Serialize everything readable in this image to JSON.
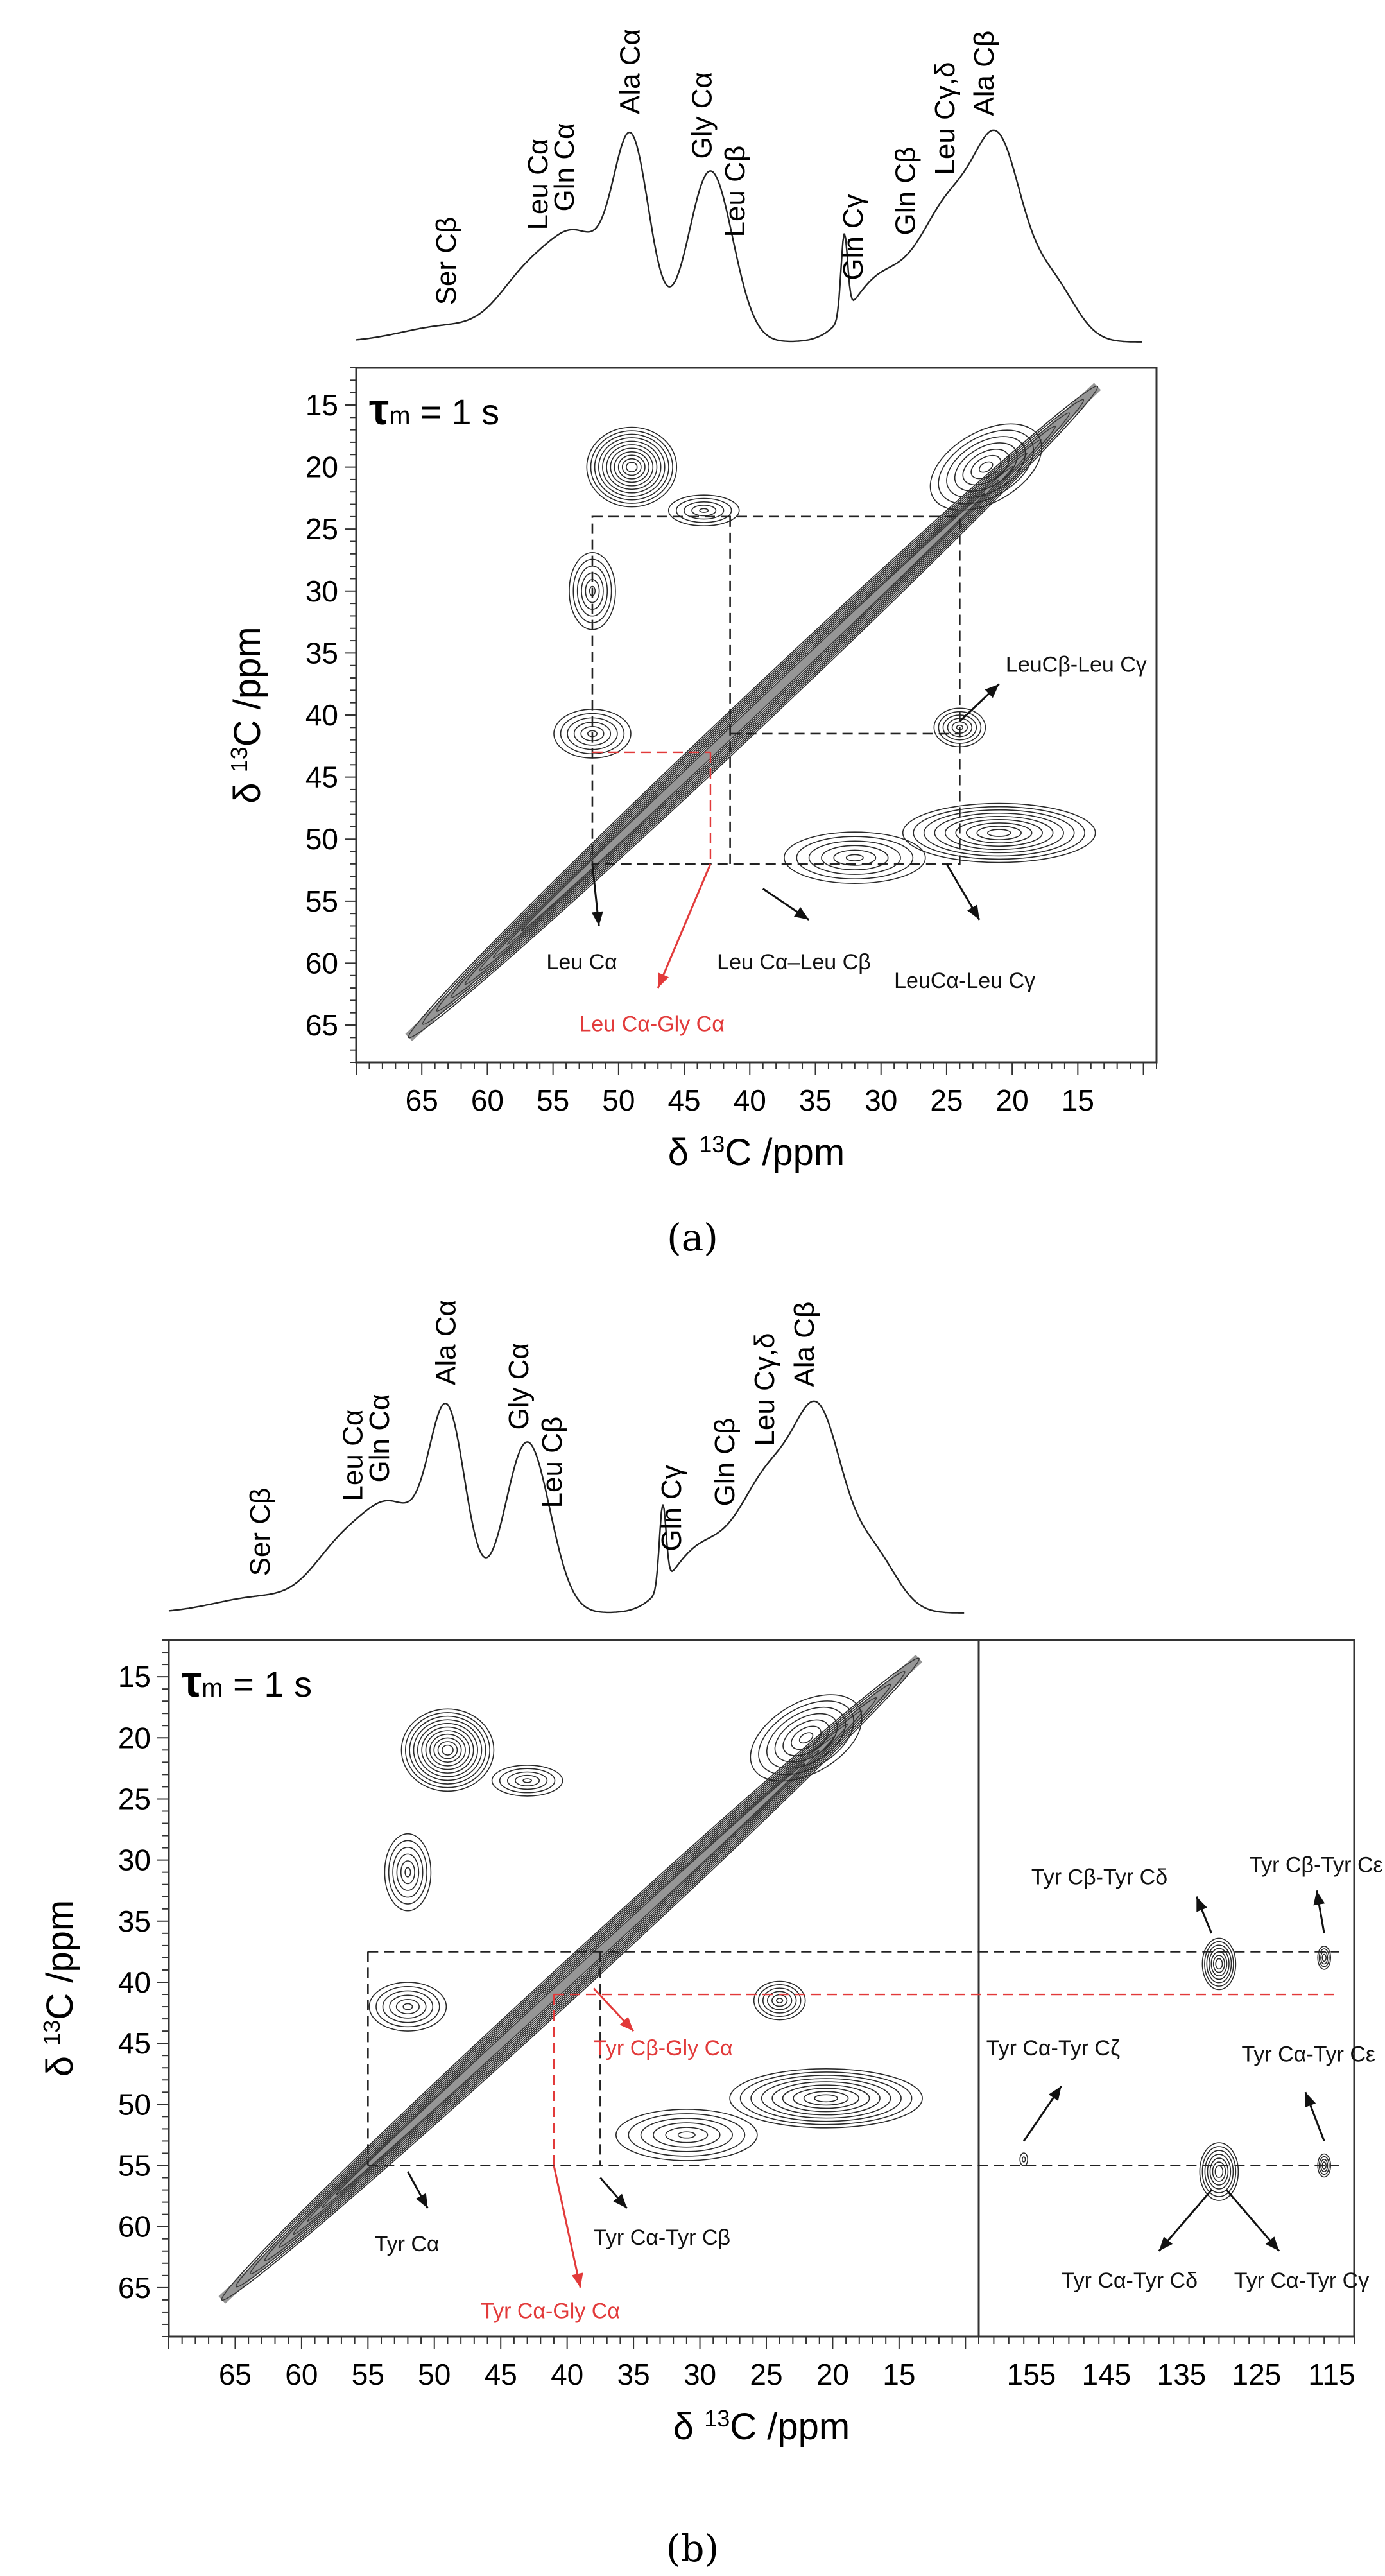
{
  "chart_data": [
    {
      "panel": "a",
      "type": "contour-2d",
      "mixing_time_label": "τm = 1 s",
      "xlabel": "δ 13C /ppm",
      "ylabel": "δ 13C /ppm",
      "x_ticks": [
        "65",
        "60",
        "55",
        "50",
        "45",
        "40",
        "35",
        "30",
        "25",
        "20",
        "15"
      ],
      "y_ticks": [
        "15",
        "20",
        "25",
        "30",
        "35",
        "40",
        "45",
        "50",
        "55",
        "60",
        "65"
      ],
      "peak_labels": [
        {
          "text": "Ser Cβ",
          "ppm": 63
        },
        {
          "text": "Leu Cα",
          "ppm": 56
        },
        {
          "text": "Gln Cα",
          "ppm": 54
        },
        {
          "text": "Ala Cα",
          "ppm": 49
        },
        {
          "text": "Gly Cα",
          "ppm": 43.5
        },
        {
          "text": "Leu Cβ",
          "ppm": 41
        },
        {
          "text": "Gln Cγ",
          "ppm": 32
        },
        {
          "text": "Gln Cβ",
          "ppm": 28
        },
        {
          "text": "Leu Cγ,δ",
          "ppm": 25
        },
        {
          "text": "Ala Cβ",
          "ppm": 22
        }
      ],
      "annotations": [
        {
          "text": "LeuCβ-Leu Cγ",
          "color": "#111111"
        },
        {
          "text": "Leu Cα",
          "color": "#111111"
        },
        {
          "text": "Leu Cα–Leu Cβ",
          "color": "#111111"
        },
        {
          "text": "LeuCα-Leu Cγ",
          "color": "#111111"
        },
        {
          "text": "Leu Cα-Gly Cα",
          "color": "#e23a3a"
        }
      ],
      "caption": "(a)"
    },
    {
      "panel": "b",
      "type": "contour-2d",
      "mixing_time_label": "τm = 1 s",
      "xlabel": "δ 13C /ppm",
      "ylabel": "δ 13C /ppm",
      "x_ticks": [
        "65",
        "60",
        "55",
        "50",
        "45",
        "40",
        "35",
        "30",
        "25",
        "20",
        "15"
      ],
      "x_ticks_aromatic": [
        "155",
        "145",
        "135",
        "125",
        "115"
      ],
      "y_ticks": [
        "15",
        "20",
        "25",
        "30",
        "35",
        "40",
        "45",
        "50",
        "55",
        "60",
        "65"
      ],
      "peak_labels": [
        {
          "text": "Ser Cβ",
          "ppm": 63
        },
        {
          "text": "Leu Cα",
          "ppm": 56
        },
        {
          "text": "Gln Cα",
          "ppm": 54
        },
        {
          "text": "Ala Cα",
          "ppm": 49
        },
        {
          "text": "Gly Cα",
          "ppm": 43.5
        },
        {
          "text": "Leu Cβ",
          "ppm": 41
        },
        {
          "text": "Gln Cγ",
          "ppm": 32
        },
        {
          "text": "Gln Cβ",
          "ppm": 28
        },
        {
          "text": "Leu Cγ,δ",
          "ppm": 25
        },
        {
          "text": "Ala Cβ",
          "ppm": 22
        }
      ],
      "annotations": [
        {
          "text": "Tyr Cβ-Tyr Cδ",
          "color": "#111111"
        },
        {
          "text": "Tyr Cβ-Tyr Cε",
          "color": "#111111"
        },
        {
          "text": "Tyr Cα-Tyr Cζ",
          "color": "#111111"
        },
        {
          "text": "Tyr Cα-Tyr Cε",
          "color": "#111111"
        },
        {
          "text": "Tyr Cα-Tyr Cδ",
          "color": "#111111"
        },
        {
          "text": "Tyr Cα-Tyr Cγ",
          "color": "#111111"
        },
        {
          "text": "Tyr Cβ-Gly Cα",
          "color": "#e23a3a"
        },
        {
          "text": "Tyr Cα-Tyr Cβ",
          "color": "#111111"
        },
        {
          "text": "Tyr Cα",
          "color": "#111111"
        },
        {
          "text": "Tyr Cα-Gly Cα",
          "color": "#e23a3a"
        }
      ],
      "caption": "(b)"
    }
  ],
  "colors": {
    "contour": "#2a2a2a",
    "red_annotation": "#e23a3a"
  }
}
